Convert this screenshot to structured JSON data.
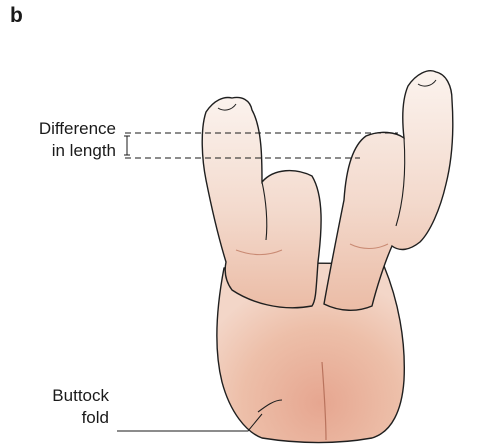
{
  "figure": {
    "panel_label": "b",
    "labels": {
      "difference_line1": "Difference",
      "difference_line2": "in length",
      "buttock_line1": "Buttock",
      "buttock_line2": "fold"
    }
  },
  "colors": {
    "skin_light": "#f8ebe4",
    "skin_mid": "#efc8b5",
    "skin_dark": "#e3a28c",
    "outline": "#1f1f1f",
    "background": "#ffffff"
  }
}
